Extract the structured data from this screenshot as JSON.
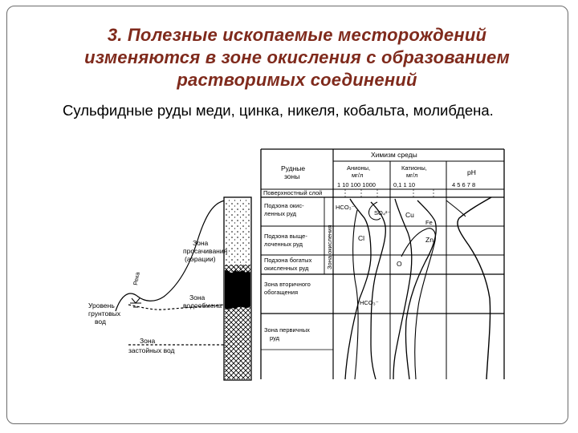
{
  "slide": {
    "title_lines": [
      "3. Полезные ископаемые месторождений",
      "изменяются в зоне окисления с образованием",
      "растворимых соединений"
    ],
    "subtitle": "Сульфидные руды меди, цинка, никеля, кобальта, молибдена."
  },
  "figure": {
    "header_chemistry": "Химизм среды",
    "header_ore_zones": [
      "Рудные",
      "зоны"
    ],
    "header_anions": [
      "Анионы,",
      "мг/л"
    ],
    "header_cations": [
      "Катионы,",
      "мг/л"
    ],
    "header_ph": "pH",
    "anion_ticks": "1  10 100 1000",
    "cation_ticks": "0,1  1    10",
    "ph_ticks": "4  5  6  7  8",
    "ore_zones": [
      [
        "Поверхностный слой"
      ],
      [
        "Подзона окис-",
        "ленных руд"
      ],
      [
        "Подзона выще-",
        "лоченных руд"
      ],
      [
        "Подзона богатых",
        "окисленных руд"
      ],
      [
        "Зона вторичного",
        "обогащения"
      ],
      [
        "Зона первичных",
        "руд"
      ]
    ],
    "oxidation_zone": "Зона окисления",
    "ion_labels": {
      "hco3_top": "HCO₃⁻",
      "so4": "SO₄²⁻",
      "cl": "Cl",
      "hco3_bottom": "HCO₃⁻",
      "cu": "Cu",
      "fe": "Fe",
      "zn": "Zn",
      "o": "O"
    },
    "profile_labels": {
      "aeration": [
        "Зона",
        "просачивания",
        "(аэрации)"
      ],
      "exchange": [
        "Зона",
        "водообмена"
      ],
      "groundwater": [
        "Уровень",
        "грунтовых",
        "вод"
      ],
      "stagnant": [
        "Зона",
        "застойных вод"
      ],
      "river": "Река"
    }
  }
}
